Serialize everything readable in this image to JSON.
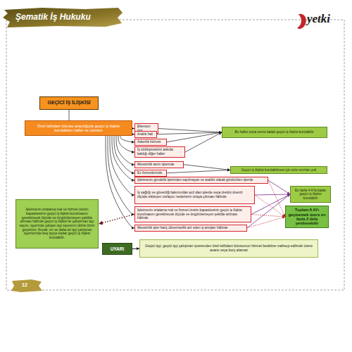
{
  "diagram": {
    "title": "Şematik İş Hukuku",
    "nodes": [
      {
        "text": [
          "GEÇİCİ İŞ İLİŞKİSİ"
        ]
      },
      {
        "text": [
          "Özel istihdam bürosu aracılığıyla geçici iş ilişkisi kurulabilen haller ve süreleri"
        ]
      },
      {
        "text": [
          "Ebeveyn izni"
        ]
      },
      {
        "text": [
          "Analık hali"
        ]
      },
      {
        "text": [
          "Askerlik hizmeti"
        ]
      },
      {
        "text": [
          "İş sözleşmesinin askıda kaldığı diğer haller"
        ]
      },
      {
        "text": [
          "Mevsimlik tarım işlerinde"
        ]
      },
      {
        "text": [
          "Ev hizmetlerinde"
        ]
      },
      {
        "text": [
          "İşletmenin gündelik işlerinden sayılmayan ve aralıklı olarak gördürülen işlerde"
        ]
      },
      {
        "text": [
          "İş sağlığı ve güvenliği bakımından acil olan işlerde veya üretimi önemli ölçüde etkileyen zorlayıcı nedenlerin ortaya çıkması hâlinde"
        ]
      },
      {
        "text": [
          "İşletmenin ortalama mal ve hizmet üretim kapasitesinin geçici iş ilişkisi kurulmasını gerektirecek ölçüde ve öngörülemeyen şekilde artması hâlinde"
        ]
      },
      {
        "text": [
          "Mevsimlik işler hariç dönemsellik arz eden iş artışları hâlinde"
        ]
      },
      {
        "text": [
          "Bu haller sona erene kadar geçici iş ilişkisi kurulabilir."
        ]
      },
      {
        "text": [
          "Geçici iş ilişkisi kurulabilmesi için süre sınırları yok"
        ]
      },
      {
        "text": [
          "En fazla 4 AYa kadar geçici iş ilişkisi kurulabilir"
        ]
      },
      {
        "text": [
          "Toplam 8 AYı geçmemek üzere en fazla 2 defa yenilenebilir"
        ]
      },
      {
        "text": [
          "İşletmenin ortalama mal ve hizmet üretim kapasitesinin geçici iş ilişkisi kurulmasını gerektirecek ölçüde ve öngörülemeyen şekilde artması hâlinde geçici iş ilişkisi ile çalıştırılan işçi sayısı, işyerinde çalışan işçi sayısının dörtte birini geçemez. Ancak, on ve daha az işçi çalıştıran işyerlerinde beş işçiye kadar geçici iş ilişkisi kurulabilir."
        ]
      },
      {
        "text": [
          "UYARI"
        ]
      },
      {
        "text": [
          "Geçici işçi, geçici işçi çalıştıran işverenden özel istihdam bürosunun hizmet bedeline mahsup edilmek üzere avans veya borç alamaz"
        ]
      }
    ],
    "edges": [
      {
        "from": 0,
        "to": 1,
        "arrow": "none"
      },
      {
        "from": 1,
        "to": 2,
        "arrow": "to"
      },
      {
        "from": 1,
        "to": 3,
        "arrow": "to"
      },
      {
        "from": 1,
        "to": 4,
        "arrow": "to"
      },
      {
        "from": 1,
        "to": 5,
        "arrow": "to"
      },
      {
        "from": 1,
        "to": 6,
        "arrow": "to"
      },
      {
        "from": 1,
        "to": 7,
        "arrow": "to"
      },
      {
        "from": 1,
        "to": 8,
        "arrow": "to"
      },
      {
        "from": 1,
        "to": 9,
        "arrow": "to"
      },
      {
        "from": 1,
        "to": 10,
        "arrow": "to"
      },
      {
        "from": 1,
        "to": 11,
        "arrow": "to"
      },
      {
        "from": 2,
        "to": 12,
        "arrow": "to"
      },
      {
        "from": 3,
        "to": 12,
        "arrow": "to"
      },
      {
        "from": 4,
        "to": 12,
        "arrow": "to"
      },
      {
        "from": 5,
        "to": 12,
        "arrow": "to"
      },
      {
        "from": 6,
        "to": 13,
        "arrow": "to"
      },
      {
        "from": 7,
        "to": 13,
        "arrow": "to"
      },
      {
        "from": 8,
        "to": 14,
        "arrow": "to"
      },
      {
        "from": 9,
        "to": 14,
        "arrow": "to"
      },
      {
        "from": 10,
        "to": 14,
        "arrow": "to"
      },
      {
        "from": 11,
        "to": 14,
        "arrow": "to"
      },
      {
        "from": 8,
        "to": 15,
        "arrow": "to"
      },
      {
        "from": 9,
        "to": 15,
        "arrow": "to"
      },
      {
        "from": 10,
        "to": 15,
        "arrow": "to"
      },
      {
        "from": 11,
        "to": 15,
        "arrow": "to"
      },
      {
        "from": 10,
        "to": 16,
        "arrow": "to"
      },
      {
        "from": 17,
        "to": 18,
        "arrow": "to"
      }
    ],
    "labels": [
      "yetki",
      "12"
    ]
  }
}
